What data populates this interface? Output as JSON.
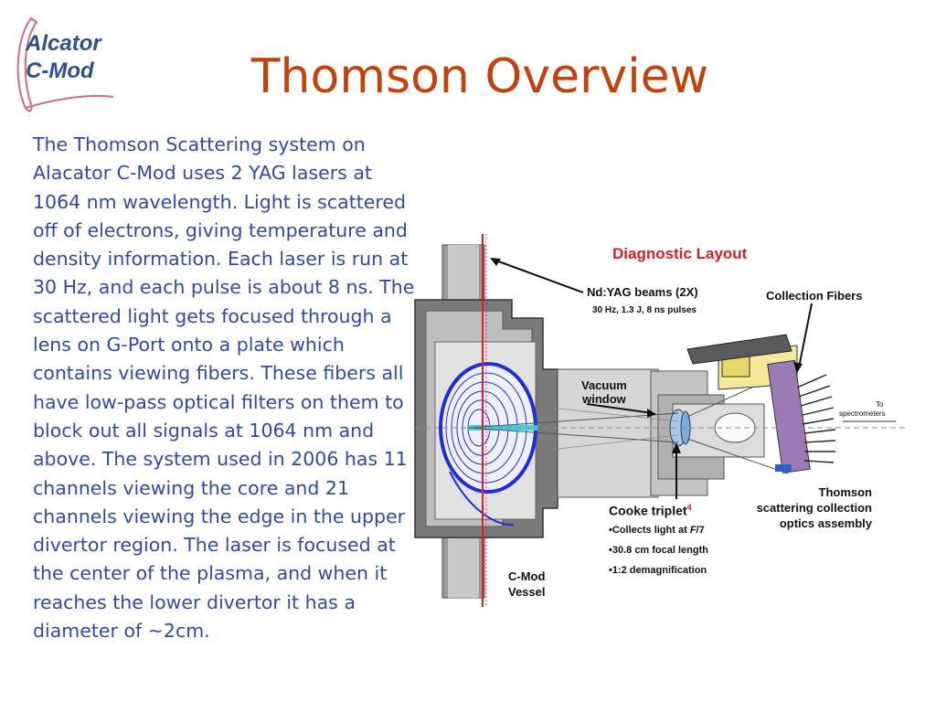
{
  "logo": {
    "line1": "Alcator",
    "line2": "C-Mod"
  },
  "title": "Thomson Overview",
  "body": "The Thomson Scattering system on Alacator C-Mod uses 2 YAG lasers at 1064 nm wavelength.  Light is scattered off of electrons, giving temperature and density information.  Each laser is run at 30 Hz, and each pulse is about 8 ns.  The scattered light gets focused through a lens on G-Port onto a plate which contains viewing fibers.  These fibers all have low-pass optical filters on them to block out all signals at 1064 nm and above.  The system used in 2006 has 11 channels viewing the core and 21 channels viewing the edge in the upper divertor region.  The laser is focused at the center of the plasma, and when it reaches the lower divertor it has a diameter of ~2cm.",
  "diagram": {
    "heading": "Diagnostic Layout",
    "heading_color": "#d62020",
    "beams_label": "Nd:YAG beams (2X)",
    "beams_sub": "30 Hz, 1.3 J, 8 ns pulses",
    "fibers_label": "Collection Fibers",
    "window_line1": "Vacuum",
    "window_line2": "window",
    "to_label": "To",
    "spectrometers_label": "spectrometers",
    "optics_line1": "Thomson",
    "optics_line2": "scattering collection",
    "optics_line3": "optics assembly",
    "cooke_label": "Cooke triplet",
    "cooke_sup": "4",
    "bullet1_pre": "•Collects light at ",
    "bullet1_f": "F",
    "bullet1_post": "/7",
    "bullet2": "•30.8 cm focal length",
    "bullet3": "•1:2 demagnification",
    "vessel_line1": "C-Mod",
    "vessel_line2": "Vessel"
  },
  "colors": {
    "title": "#c2410c",
    "body_text": "#2e4aa8",
    "laser_line": "#e02020",
    "plasma": "#1c2fd8"
  }
}
